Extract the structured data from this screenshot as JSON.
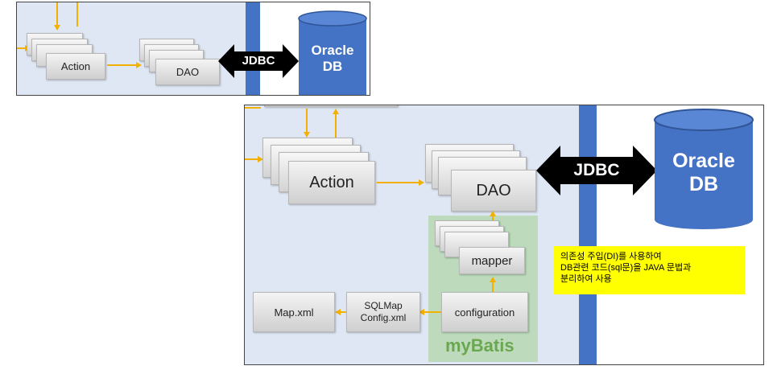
{
  "top": {
    "action_label": "Action",
    "dao_label": "DAO",
    "jdbc_label": "JDBC",
    "db_label_line1": "Oracle",
    "db_label_line2": "DB"
  },
  "bottom": {
    "action_label": "Action",
    "dao_label": "DAO",
    "jdbc_label": "JDBC",
    "db_label_line1": "Oracle",
    "db_label_line2": "DB",
    "mapper_label": "mapper",
    "configuration_label": "configuration",
    "sqlmap_label": "SQLMap\nConfig.xml",
    "mapxml_label": "Map.xml",
    "mybatis_label": "myBatis",
    "note_text": "의존성 주입(DI)를 사용하여\nDB관련 코드(sql문)을 JAVA 문법과\n분리하여 사용"
  },
  "colors": {
    "panel_bg": "#dfe7f5",
    "blue": "#4472c4",
    "arrow": "#f2b000",
    "note": "#ffff00",
    "mybatis_green": "#6aa84f"
  }
}
